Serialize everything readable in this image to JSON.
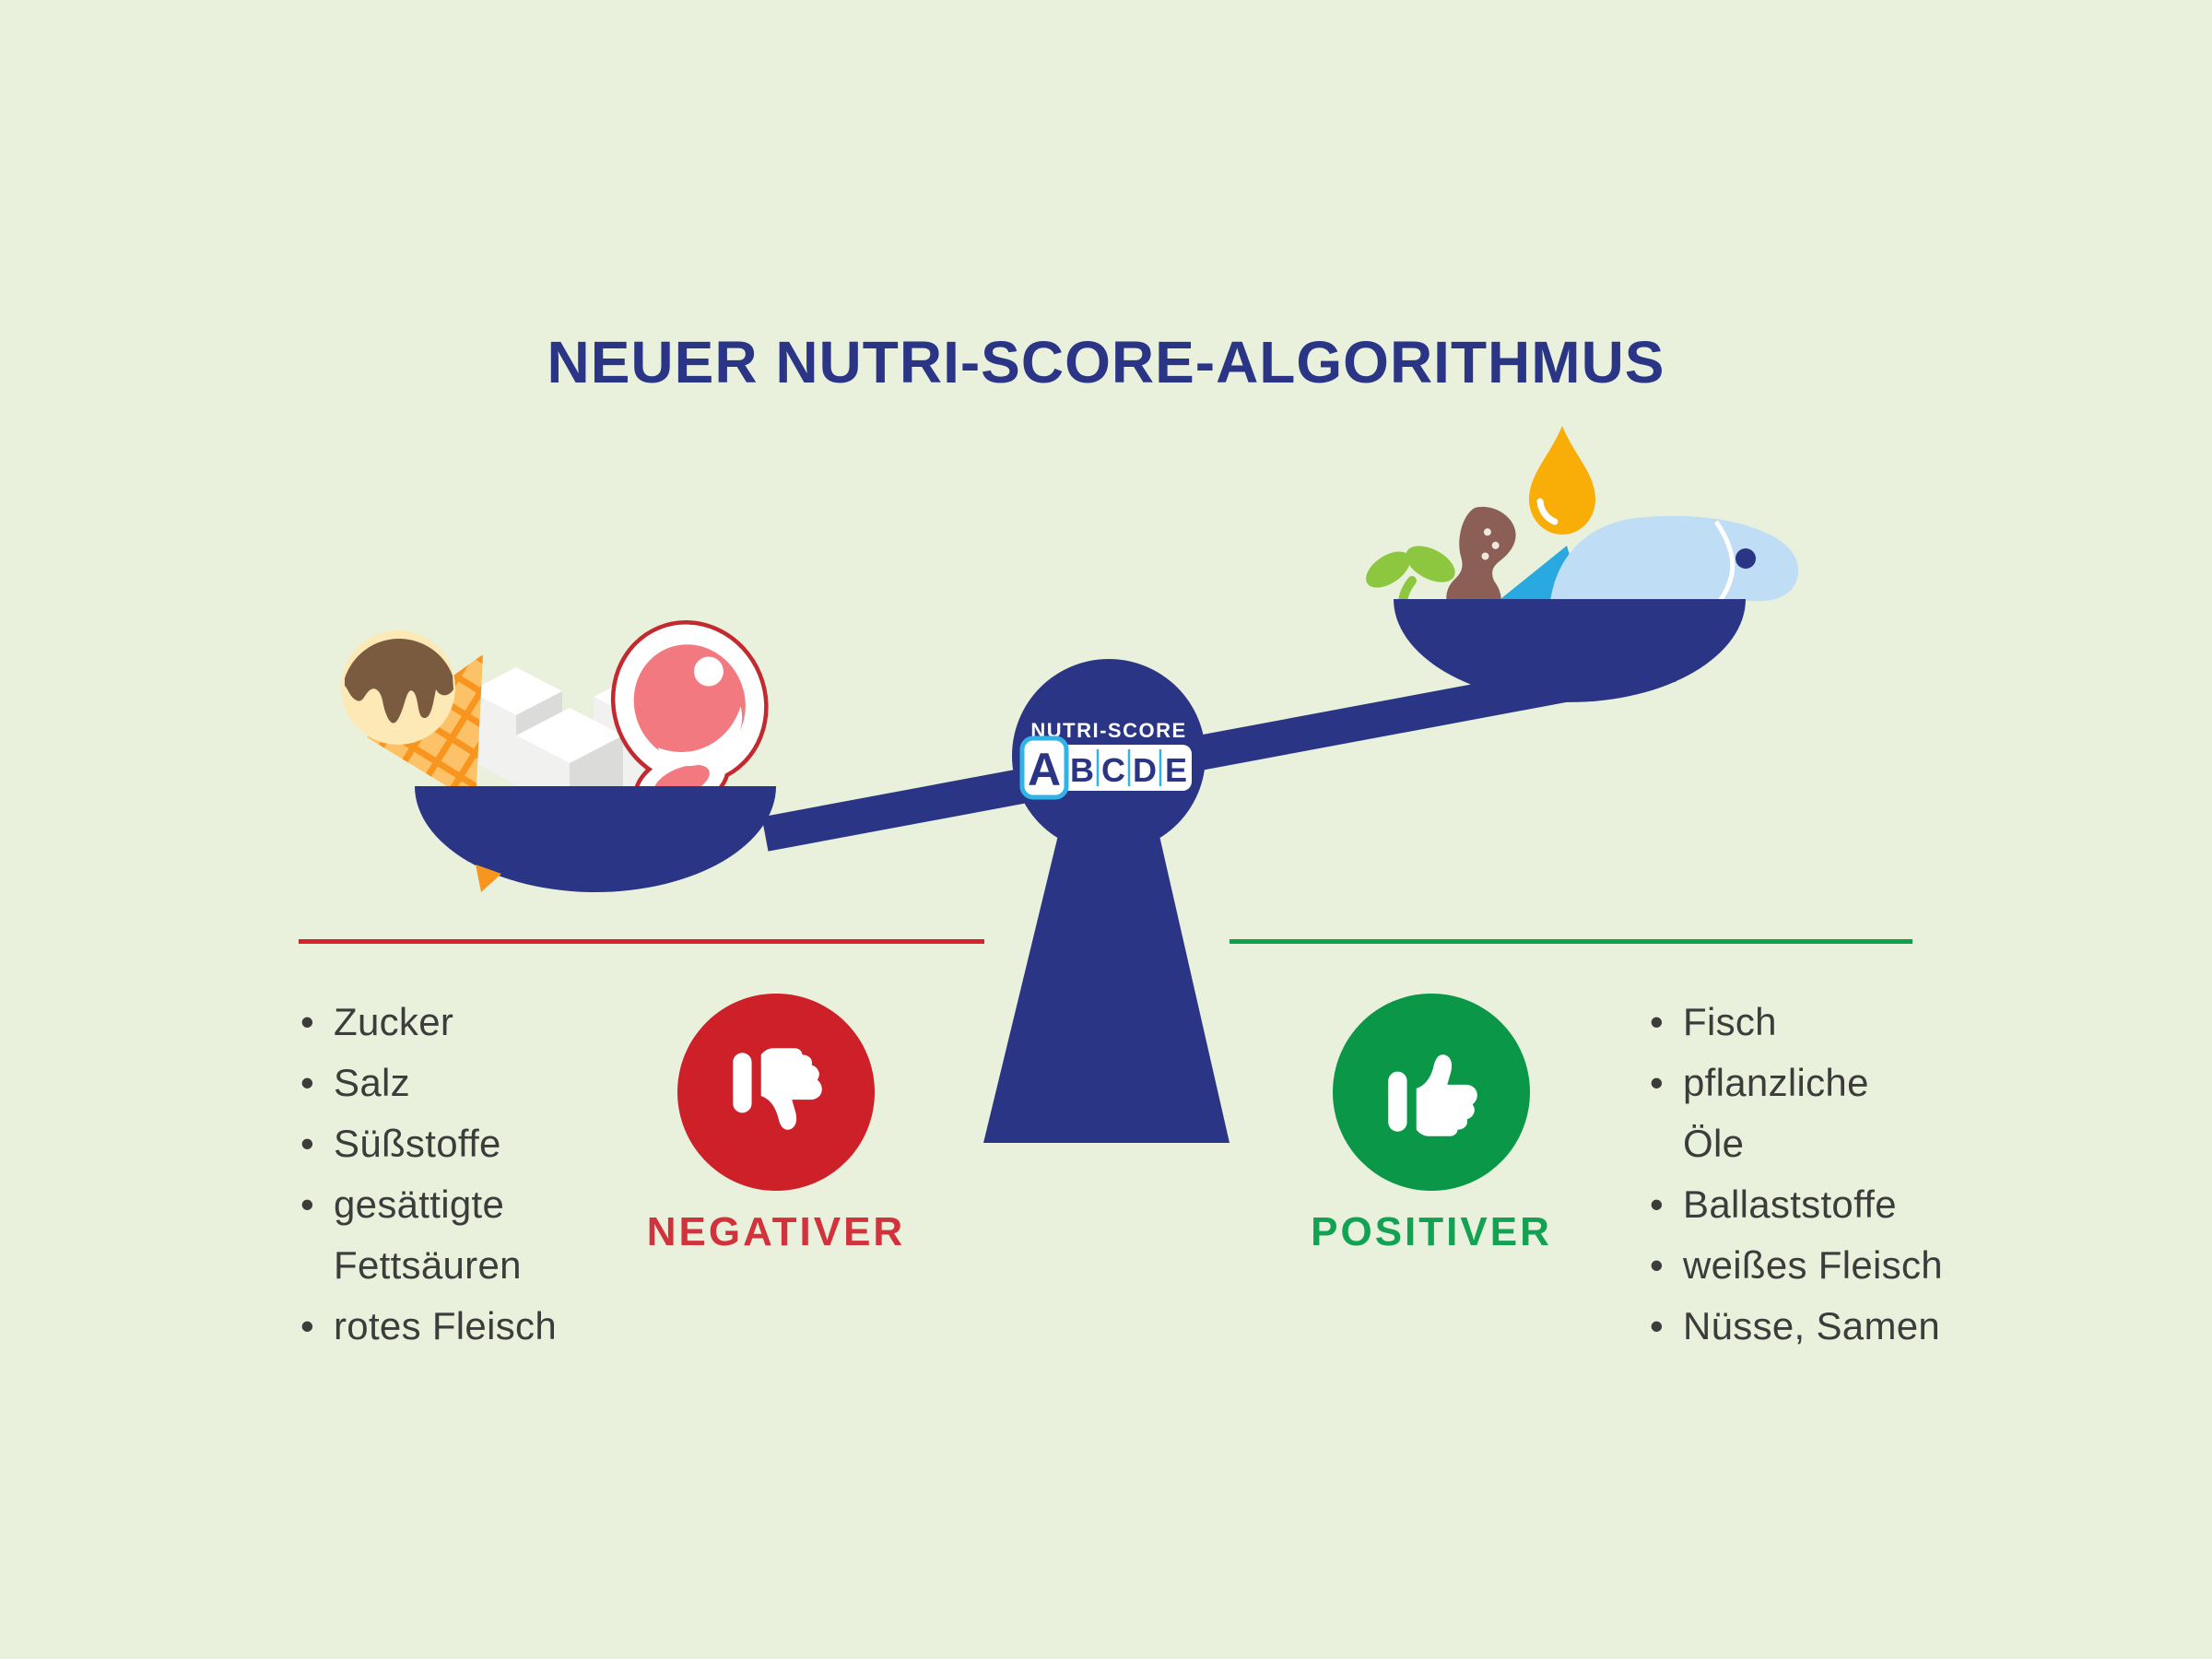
{
  "title": {
    "text": "NEUER NUTRI-SCORE-ALGORITHMUS"
  },
  "nutri_score_logo": {
    "brand": "NUTRI-SCORE",
    "letters": [
      "A",
      "B",
      "C",
      "D",
      "E"
    ],
    "selected_letter": "A"
  },
  "scale": {
    "left_pan": {
      "position": "lower",
      "items": [
        "ice-cream-cone",
        "sugar-cubes",
        "red-meat-steak"
      ]
    },
    "right_pan": {
      "position": "higher",
      "items": [
        "sprout",
        "nut",
        "oil-drop",
        "fish"
      ]
    }
  },
  "negative_section": {
    "label": "NEGATIVER",
    "icon": "thumbs-down",
    "items": [
      "Zucker",
      "Salz",
      "Süßstoffe",
      "gesättigte\nFettsäuren",
      "rotes Fleisch"
    ]
  },
  "positive_section": {
    "label": "POSITIVER",
    "icon": "thumbs-up",
    "items": [
      "Fisch",
      "pflanzliche\nÖle",
      "Ballaststoffe",
      "weißes Fleisch",
      "Nüsse, Samen"
    ]
  },
  "colors": {
    "background": "#E9F1DC",
    "navy": "#2B3585",
    "cyan": "#31B3E7",
    "red_line": "#D8232E",
    "red_circle": "#CE2029",
    "red_label": "#D2323B",
    "green_line": "#0FA04E",
    "green_circle": "#0A9748",
    "green_label": "#13A253",
    "list_text": "#3C3C3B",
    "fish_body": "#BFDEF6",
    "fish_fin": "#29A9E0",
    "oil_drop": "#F8AD07",
    "sprout": "#8DC63F",
    "peanut": "#8B5F55",
    "cone": "#F7951E",
    "cone_pattern": "#FDC268",
    "ice_cream_scoop": "#FCE9B5",
    "chocolate": "#7B5B40",
    "sugar_top": "#FFFFFF",
    "sugar_left": "#F1F1EF",
    "sugar_right": "#DBDBD9",
    "steak_rim": "#C32A2F",
    "steak_meat": "#F2797F"
  }
}
